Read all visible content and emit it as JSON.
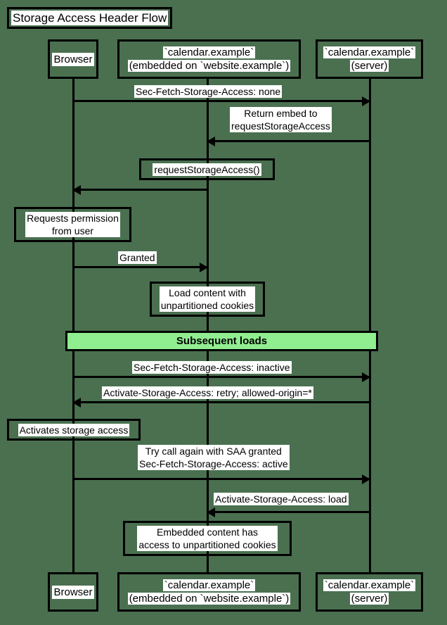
{
  "diagram": {
    "type": "sequence-diagram",
    "title": "Storage Access Header Flow",
    "background_color": "#4a7050",
    "line_color": "#000000",
    "label_background": "#ffffff"
  },
  "participants": [
    {
      "id": "browser",
      "lines": [
        "Browser"
      ]
    },
    {
      "id": "embed",
      "lines": [
        "`calendar.example`",
        "(embedded on `website.example`)"
      ]
    },
    {
      "id": "server",
      "lines": [
        "`calendar.example`",
        "(server)"
      ]
    }
  ],
  "participants_bottom": [
    {
      "id": "browser",
      "lines": [
        "Browser"
      ]
    },
    {
      "id": "embed",
      "lines": [
        "`calendar.example`",
        "(embedded on `website.example`)"
      ]
    },
    {
      "id": "server",
      "lines": [
        "`calendar.example`",
        "(server)"
      ]
    }
  ],
  "messages": [
    {
      "id": "m1",
      "label": "Sec-Fetch-Storage-Access: none",
      "from": "browser",
      "to": "server",
      "direction": "right"
    },
    {
      "id": "m2",
      "label_lines": [
        "Return embed to",
        "requestStorageAccess"
      ],
      "from": "server",
      "to": "embed",
      "direction": "left"
    },
    {
      "id": "m3",
      "label": "Granted",
      "from": "browser",
      "to": "embed",
      "direction": "right"
    },
    {
      "id": "m4",
      "label": "Sec-Fetch-Storage-Access: inactive",
      "from": "browser",
      "to": "server",
      "direction": "right"
    },
    {
      "id": "m5",
      "label": "Activate-Storage-Access: retry; allowed-origin=*",
      "from": "server",
      "to": "browser",
      "direction": "left"
    },
    {
      "id": "m6",
      "label_lines": [
        "Try call again with SAA granted",
        "Sec-Fetch-Storage-Access: active"
      ],
      "from": "browser",
      "to": "server",
      "direction": "right"
    },
    {
      "id": "m7",
      "label": "Activate-Storage-Access: load",
      "from": "server",
      "to": "embed",
      "direction": "left"
    }
  ],
  "notes": [
    {
      "id": "n1",
      "lines": [
        "requestStorageAccess()"
      ],
      "over": "embed"
    },
    {
      "id": "n2",
      "lines": [
        "Requests permission",
        "from user"
      ],
      "over": "browser"
    },
    {
      "id": "n3",
      "lines": [
        "Load content with",
        "unpartitioned cookies"
      ],
      "over": "embed"
    },
    {
      "id": "n4",
      "lines": [
        "Activates storage access"
      ],
      "over": "browser"
    },
    {
      "id": "n5",
      "lines": [
        "Embedded content has",
        "access to unpartitioned cookies"
      ],
      "over": "embed"
    }
  ],
  "dividers": [
    {
      "id": "d1",
      "label": "Subsequent loads",
      "color": "#90ee90"
    }
  ]
}
